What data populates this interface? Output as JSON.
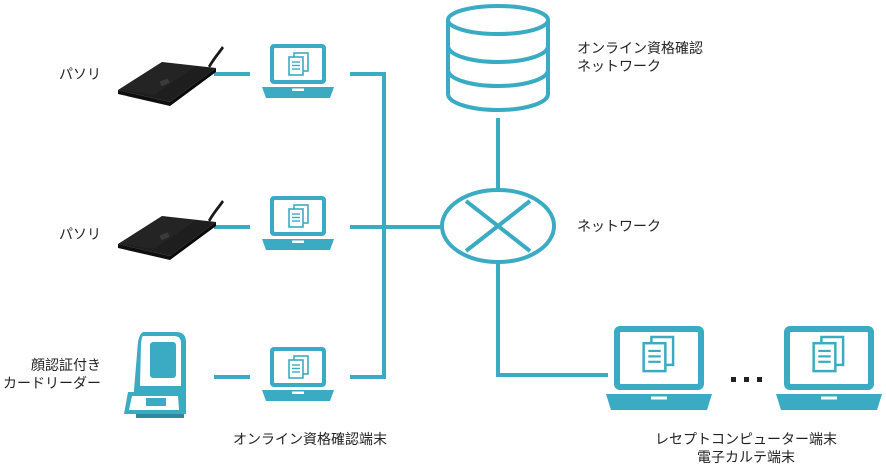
{
  "colors": {
    "accent": "#3aabc2",
    "device_dark": "#1e1e1e",
    "text": "#222222",
    "background": "#ffffff"
  },
  "labels": {
    "pasori_1": "パソリ",
    "pasori_2": "パソリ",
    "face_reader_line1": "顔認証付き",
    "face_reader_line2": "カードリーダー",
    "db_line1": "オンライン資格確認",
    "db_line2": "ネットワーク",
    "network": "ネットワーク",
    "terminal_caption": "オンライン資格確認端末",
    "receipt_line1": "レセプトコンピューター端末",
    "receipt_line2": "電子カルテ端末"
  },
  "icons": {
    "card_reader": "card-reader-icon",
    "face_reader": "face-recognition-reader-icon",
    "laptop": "laptop-icon",
    "database": "database-icon",
    "router": "router-icon",
    "ellipsis": "ellipsis-icon"
  }
}
